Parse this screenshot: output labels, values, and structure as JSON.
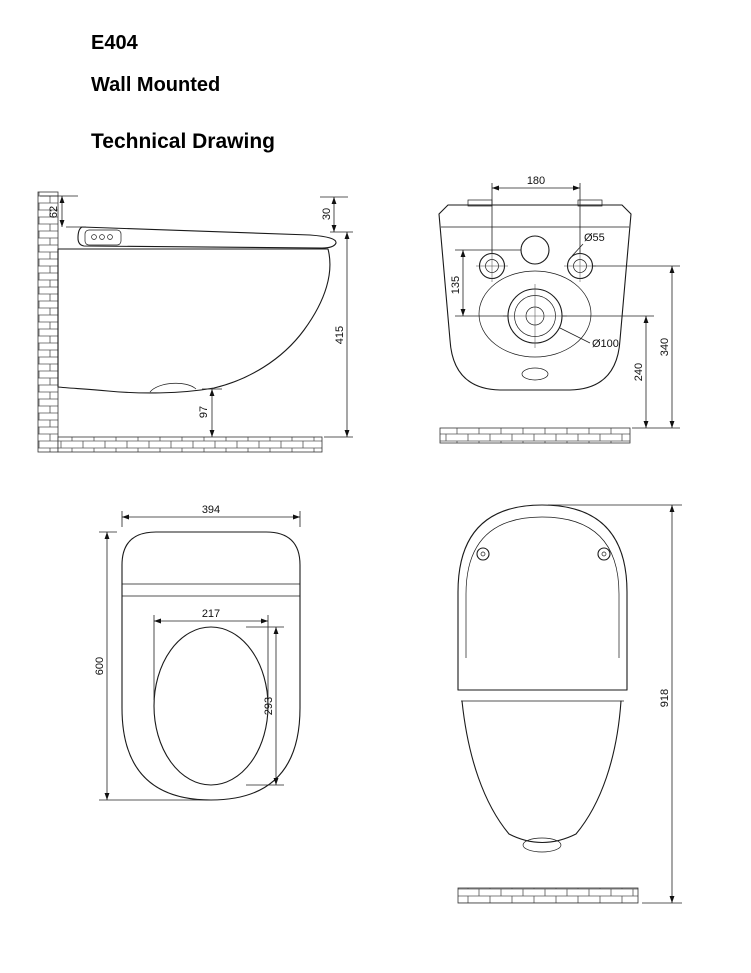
{
  "header": {
    "model": "E404",
    "subtitle": "Wall Mounted",
    "title": "Technical Drawing"
  },
  "side_view": {
    "wall_offset": "62",
    "lid_thickness": "30",
    "height": "415",
    "clearance": "97"
  },
  "back_view": {
    "hole_spacing": "180",
    "hole_diameter": "Ø55",
    "inlet_to_drain": "135",
    "drain_diameter": "Ø100",
    "drain_height": "240",
    "hole_height": "340"
  },
  "seat_view": {
    "width": "394",
    "depth": "600",
    "bowl_width": "217",
    "bowl_depth": "293"
  },
  "front_view": {
    "length": "918"
  }
}
